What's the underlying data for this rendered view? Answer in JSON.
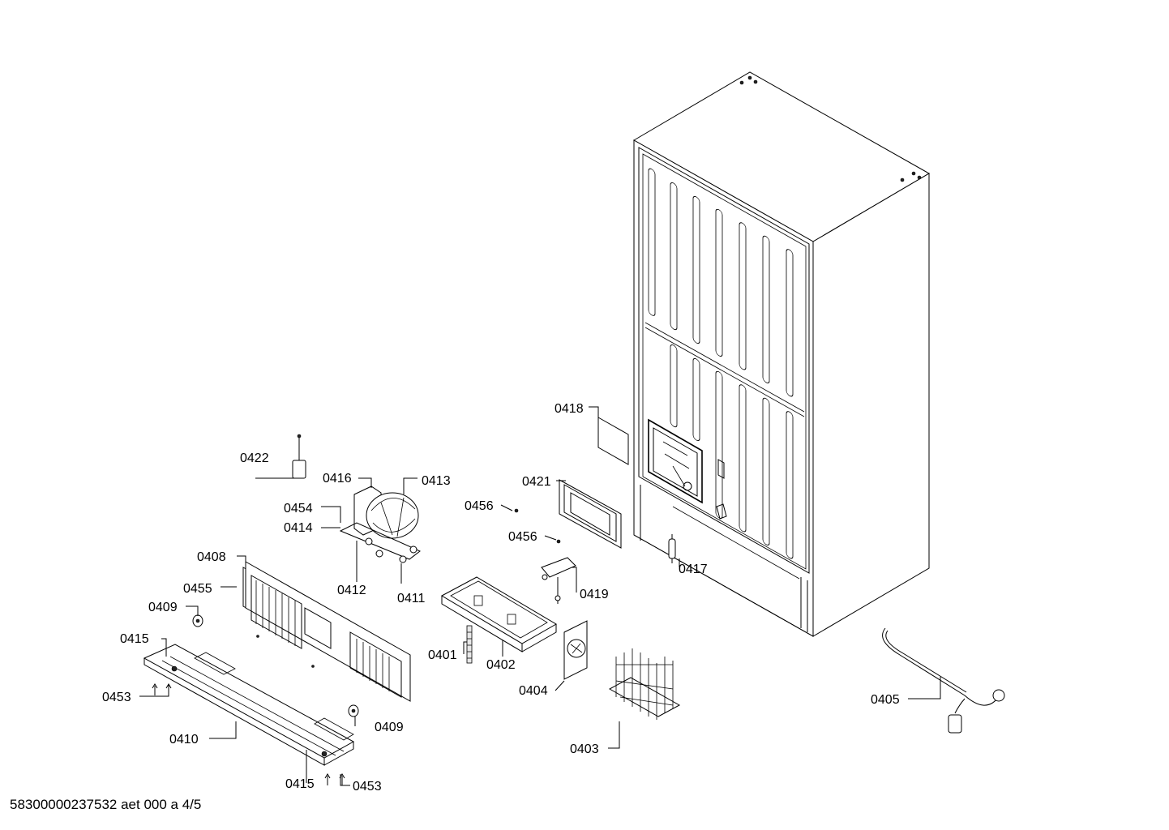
{
  "document_id": "58300000237532 aet 000 a 4/5",
  "callouts": [
    {
      "id": "c-0422",
      "label": "0422"
    },
    {
      "id": "c-0416",
      "label": "0416"
    },
    {
      "id": "c-0413",
      "label": "0413"
    },
    {
      "id": "c-0454",
      "label": "0454"
    },
    {
      "id": "c-0414",
      "label": "0414"
    },
    {
      "id": "c-0412",
      "label": "0412"
    },
    {
      "id": "c-0411",
      "label": "0411"
    },
    {
      "id": "c-0408",
      "label": "0408"
    },
    {
      "id": "c-0455",
      "label": "0455"
    },
    {
      "id": "c-0409a",
      "label": "0409"
    },
    {
      "id": "c-0409b",
      "label": "0409"
    },
    {
      "id": "c-0415a",
      "label": "0415"
    },
    {
      "id": "c-0415b",
      "label": "0415"
    },
    {
      "id": "c-0453a",
      "label": "0453"
    },
    {
      "id": "c-0453b",
      "label": "0453"
    },
    {
      "id": "c-0410",
      "label": "0410"
    },
    {
      "id": "c-0401",
      "label": "0401"
    },
    {
      "id": "c-0402",
      "label": "0402"
    },
    {
      "id": "c-0404",
      "label": "0404"
    },
    {
      "id": "c-0403",
      "label": "0403"
    },
    {
      "id": "c-0456a",
      "label": "0456"
    },
    {
      "id": "c-0456b",
      "label": "0456"
    },
    {
      "id": "c-0421",
      "label": "0421"
    },
    {
      "id": "c-0418",
      "label": "0418"
    },
    {
      "id": "c-0419",
      "label": "0419"
    },
    {
      "id": "c-0417",
      "label": "0417"
    },
    {
      "id": "c-0405",
      "label": "0405"
    }
  ]
}
